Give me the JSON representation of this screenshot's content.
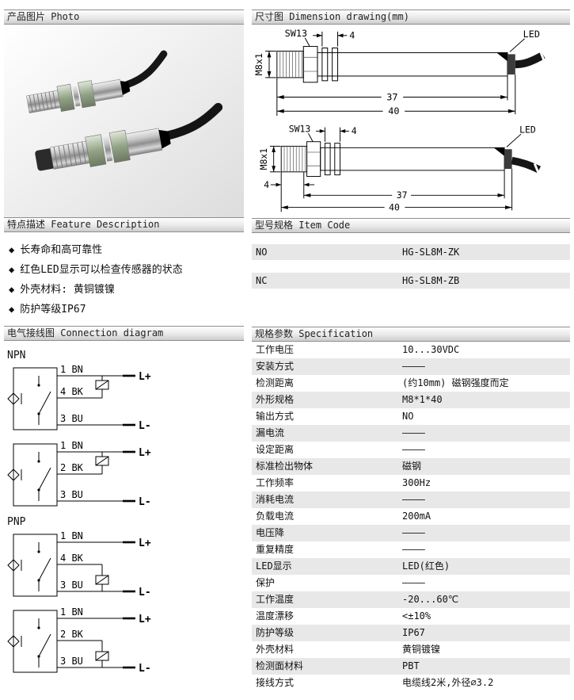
{
  "colors": {
    "row_alt": "#e8e8e8",
    "bar_border": "#8f8f8f"
  },
  "headers": {
    "photo": "产品图片 Photo",
    "dimension": "尺寸图 Dimension drawing(mm)",
    "feature": "特点描述 Feature Description",
    "item_code": "型号规格 Item Code",
    "connection": "电气接线图 Connection diagram",
    "specification": "规格参数 Specification"
  },
  "dimension_drawing": {
    "sw13": "SW13",
    "four": "4",
    "led": "LED",
    "thread": "M8x1",
    "len37": "37",
    "len40": "40"
  },
  "features": {
    "bullet": "◆",
    "items": [
      "长寿命和高可靠性",
      "红色LED显示可以检查传感器的状态",
      "外壳材料: 黄铜镀镍",
      "防护等级IP67"
    ]
  },
  "item_code": {
    "rows": [
      {
        "type": "NO",
        "code": "HG-SL8M-ZK"
      },
      {
        "type": "NC",
        "code": "HG-SL8M-ZB"
      }
    ]
  },
  "connection": {
    "npn_label": "NPN",
    "pnp_label": "PNP",
    "diagrams": [
      {
        "wires": [
          "1 BN",
          "4 BK",
          "3 BU"
        ],
        "plus": "L+",
        "minus": "L-",
        "load": "up"
      },
      {
        "wires": [
          "1 BN",
          "2 BK",
          "3 BU"
        ],
        "plus": "L+",
        "minus": "L-",
        "load": "up"
      },
      {
        "wires": [
          "1 BN",
          "4 BK",
          "3 BU"
        ],
        "plus": "L+",
        "minus": "L-",
        "load": "down"
      },
      {
        "wires": [
          "1 BN",
          "2 BK",
          "3 BU"
        ],
        "plus": "L+",
        "minus": "L-",
        "load": "down"
      }
    ]
  },
  "specification": {
    "rows": [
      {
        "label": "工作电压",
        "value": "10...30VDC"
      },
      {
        "label": "安装方式",
        "value": "————"
      },
      {
        "label": "检测距离",
        "value": "(约10mm) 磁钢强度而定"
      },
      {
        "label": "外形规格",
        "value": "M8*1*40"
      },
      {
        "label": "输出方式",
        "value": "NO"
      },
      {
        "label": "漏电流",
        "value": "————"
      },
      {
        "label": "设定距离",
        "value": "————"
      },
      {
        "label": "标准检出物体",
        "value": "磁钢"
      },
      {
        "label": "工作频率",
        "value": "300Hz"
      },
      {
        "label": "消耗电流",
        "value": "————"
      },
      {
        "label": "负载电流",
        "value": "200mA"
      },
      {
        "label": "电压降",
        "value": "————"
      },
      {
        "label": "重复精度",
        "value": "————"
      },
      {
        "label": "LED显示",
        "value": "LED(红色)"
      },
      {
        "label": "保护",
        "value": "————"
      },
      {
        "label": "工作温度",
        "value": "-20...60℃"
      },
      {
        "label": "温度漂移",
        "value": "<±10%"
      },
      {
        "label": "防护等级",
        "value": "IP67"
      },
      {
        "label": "外壳材料",
        "value": "黄铜镀镍"
      },
      {
        "label": "检测面材料",
        "value": "PBT"
      },
      {
        "label": "接线方式",
        "value": "电缆线2米,外径⌀3.2"
      }
    ]
  }
}
